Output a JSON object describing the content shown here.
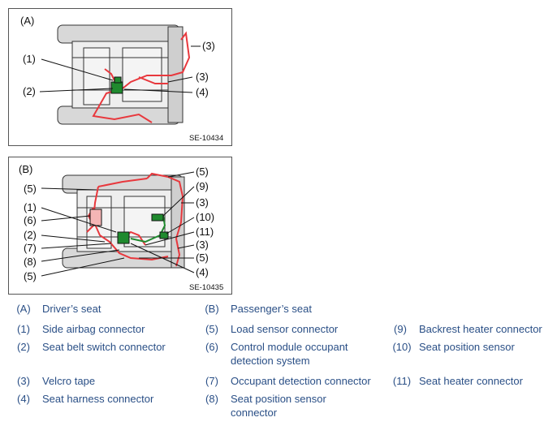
{
  "figure_a": {
    "tag": "(A)",
    "code": "SE-10434",
    "callouts": [
      "(1)",
      "(2)",
      "(3)",
      "(3)",
      "(4)"
    ]
  },
  "figure_b": {
    "tag": "(B)",
    "code": "SE-10435",
    "left_callouts": [
      "(5)",
      "(1)",
      "(6)",
      "(2)",
      "(7)",
      "(8)",
      "(5)"
    ],
    "right_callouts": [
      "(5)",
      "(9)",
      "(3)",
      "(10)",
      "(11)",
      "(3)",
      "(5)",
      "(4)"
    ]
  },
  "legend": [
    {
      "num": "(A)",
      "text": "Driver’s seat"
    },
    {
      "num": "(B)",
      "text": "Passenger’s seat"
    },
    {
      "num": "(1)",
      "text": "Side airbag connector"
    },
    {
      "num": "(5)",
      "text": "Load sensor connector"
    },
    {
      "num": "(9)",
      "text": "Backrest heater connector"
    },
    {
      "num": "(2)",
      "text": "Seat belt switch connector"
    },
    {
      "num": "(6)",
      "text": "Control module occupant detection system"
    },
    {
      "num": "(10)",
      "text": "Seat position sensor"
    },
    {
      "num": "(3)",
      "text": "Velcro tape"
    },
    {
      "num": "(7)",
      "text": "Occupant detection connector"
    },
    {
      "num": "(11)",
      "text": "Seat heater connector"
    },
    {
      "num": "(4)",
      "text": "Seat harness connector"
    },
    {
      "num": "(8)",
      "text": "Seat position sensor connector"
    }
  ],
  "colors": {
    "harness": "#e8383d",
    "connector": "#1f8a2e",
    "legend_text": "#2a4f86"
  }
}
